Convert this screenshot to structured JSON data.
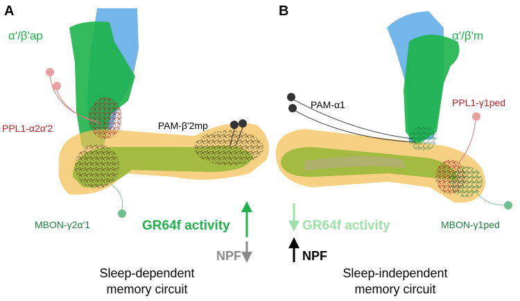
{
  "panels": [
    {
      "letter": "A",
      "lobe_label": "α'/β'ap",
      "dan_label": "PPL1-α2α'2",
      "pam_label": "PAM-β'2mp",
      "mbon_label": "MBON-γ2α'1",
      "gr64f_label": "GR64f activity",
      "npf_label": "NPF",
      "circuit_line1": "Sleep-dependent",
      "circuit_line2": "memory circuit"
    },
    {
      "letter": "B",
      "lobe_label": "α'/β'm",
      "dan_label": "PPL1-γ1ped",
      "pam_label": "PAM-α1",
      "mbon_label": "MBON-γ1ped",
      "gr64f_label": "GR64f activity",
      "npf_label": "NPF",
      "circuit_line1": "Sleep-independent",
      "circuit_line2": "memory circuit"
    }
  ],
  "colors": {
    "alpha_beta_lobe": "#5aa9e6",
    "alpha_prime_lobe": "#1db34a",
    "calyx_yellow": "#f4c15a",
    "gamma_lobe": "#8db52f",
    "ppl1_red": "#b22222",
    "mbon_green": "#1a7a3c",
    "gr64f_bright": "#22b14c",
    "gr64f_pale": "#9de0a8",
    "npf_gray": "#8a8a8a",
    "npf_black": "#000000"
  }
}
